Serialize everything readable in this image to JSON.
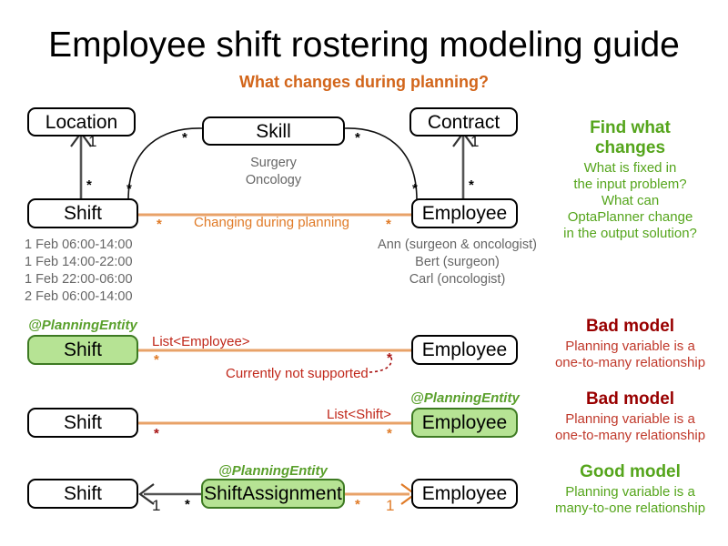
{
  "page": {
    "title": "Employee shift rostering modeling guide",
    "subtitle": "What changes during planning?"
  },
  "colors": {
    "orange": "#e07b28",
    "red": "#c0271a",
    "dark_red": "#990000",
    "green": "#55a51c",
    "anno_green": "#5aa02c",
    "entity_fill": "#b6e394",
    "grey_text": "#666666"
  },
  "domain_diagram": {
    "boxes": {
      "location": "Location",
      "skill": "Skill",
      "contract": "Contract",
      "shift": "Shift",
      "employee": "Employee"
    },
    "multiplicities": {
      "location_to_shift_one": "1",
      "location_to_shift_many": "*",
      "contract_to_employee_one": "1",
      "contract_to_employee_many": "*",
      "skill_shift_many": "*",
      "shift_skill_many": "*",
      "skill_employee_many": "*",
      "employee_skill_many": "*",
      "shift_employee_many": "*",
      "employee_shift_many": "*"
    },
    "edge_label": "Changing during planning",
    "skill_examples": "Surgery\nOncology",
    "shift_examples": "1 Feb 06:00-14:00\n1 Feb 14:00-22:00\n1 Feb 22:00-06:00\n2 Feb 06:00-14:00",
    "employee_examples": "Ann (surgeon & oncologist)\nBert (surgeon)\nCarl (oncologist)"
  },
  "find_what_changes": {
    "heading": "Find what\nchanges",
    "body": "What is fixed in\nthe input problem?\nWhat can\nOptaPlanner change\nin the output solution?"
  },
  "models": [
    {
      "id": "bad-model-1",
      "left_box": "Shift",
      "right_box": "Employee",
      "left_annotation": "@PlanningEntity",
      "right_annotation": "",
      "relation_label": "List<Employee>",
      "left_multiplicity": "*",
      "right_multiplicity": "*",
      "note": "Currently not supported",
      "verdict_heading": "Bad model",
      "verdict_body": "Planning variable is a\none-to-many relationship",
      "verdict_tone": "bad"
    },
    {
      "id": "bad-model-2",
      "left_box": "Shift",
      "right_box": "Employee",
      "left_annotation": "",
      "right_annotation": "@PlanningEntity",
      "relation_label": "List<Shift>",
      "left_multiplicity": "*",
      "right_multiplicity": "*",
      "note": "",
      "verdict_heading": "Bad model",
      "verdict_body": "Planning variable is a\none-to-many relationship",
      "verdict_tone": "bad"
    },
    {
      "id": "good-model",
      "left_box": "Shift",
      "middle_box": "ShiftAssignment",
      "right_box": "Employee",
      "middle_annotation": "@PlanningEntity",
      "relation_label": "",
      "left_multiplicity": "1",
      "middle_left_multiplicity": "*",
      "middle_right_multiplicity": "*",
      "right_multiplicity": "1",
      "note": "",
      "verdict_heading": "Good model",
      "verdict_body": "Planning variable is a\nmany-to-one relationship",
      "verdict_tone": "good"
    }
  ]
}
